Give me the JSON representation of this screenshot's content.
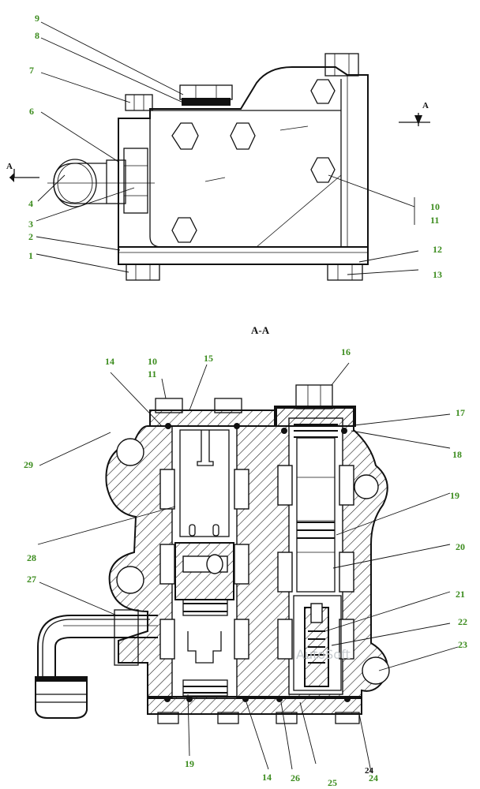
{
  "figure": {
    "section_title": "A-A",
    "section_marker": "A",
    "watermark": "AutoSoft"
  },
  "callouts": {
    "top_view": [
      {
        "id": "c1",
        "text": "1"
      },
      {
        "id": "c2",
        "text": "2"
      },
      {
        "id": "c3",
        "text": "3"
      },
      {
        "id": "c4",
        "text": "4"
      },
      {
        "id": "c6",
        "text": "6"
      },
      {
        "id": "c7",
        "text": "7"
      },
      {
        "id": "c8",
        "text": "8"
      },
      {
        "id": "c9",
        "text": "9"
      },
      {
        "id": "c10",
        "text": "10"
      },
      {
        "id": "c11",
        "text": "11"
      },
      {
        "id": "c12",
        "text": "12"
      },
      {
        "id": "c13",
        "text": "13"
      }
    ],
    "section_view": [
      {
        "id": "s14a",
        "text": "14"
      },
      {
        "id": "s10",
        "text": "10"
      },
      {
        "id": "s11",
        "text": "11"
      },
      {
        "id": "s15",
        "text": "15"
      },
      {
        "id": "s16",
        "text": "16"
      },
      {
        "id": "s17",
        "text": "17"
      },
      {
        "id": "s18",
        "text": "18"
      },
      {
        "id": "s29",
        "text": "29"
      },
      {
        "id": "s19a",
        "text": "19"
      },
      {
        "id": "s20",
        "text": "20"
      },
      {
        "id": "s28",
        "text": "28"
      },
      {
        "id": "s27",
        "text": "27"
      },
      {
        "id": "s21",
        "text": "21"
      },
      {
        "id": "s22",
        "text": "22"
      },
      {
        "id": "s23",
        "text": "23"
      },
      {
        "id": "s19b",
        "text": "19"
      },
      {
        "id": "s14b",
        "text": "14"
      },
      {
        "id": "s26",
        "text": "26"
      },
      {
        "id": "s25",
        "text": "25"
      },
      {
        "id": "s24a",
        "text": "24"
      },
      {
        "id": "s24b",
        "text": "24"
      }
    ]
  }
}
